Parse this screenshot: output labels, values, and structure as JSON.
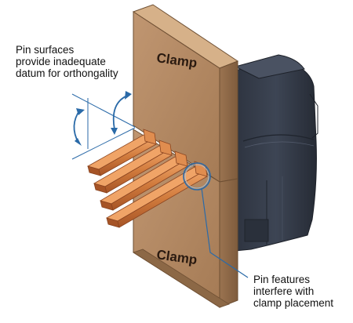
{
  "clamp_top_label": "Clamp",
  "clamp_bottom_label": "Clamp",
  "callout_top": {
    "lines": [
      "Pin surfaces",
      "provide inadequate",
      "datum for orthongality"
    ]
  },
  "callout_bottom": {
    "lines": [
      "Pin features",
      "interfere with",
      "clamp placement"
    ]
  },
  "colors": {
    "clamp_front": "#b48a62",
    "clamp_side": "#8f6a47",
    "clamp_top": "#d0ab82",
    "connector_body": "#3b4250",
    "pin_copper": "#d07a3c",
    "leader_line": "#2a6aa8"
  },
  "icons": [
    "rotation-arrow-vertical-icon",
    "rotation-arrow-horizontal-icon",
    "highlight-circle-icon"
  ]
}
